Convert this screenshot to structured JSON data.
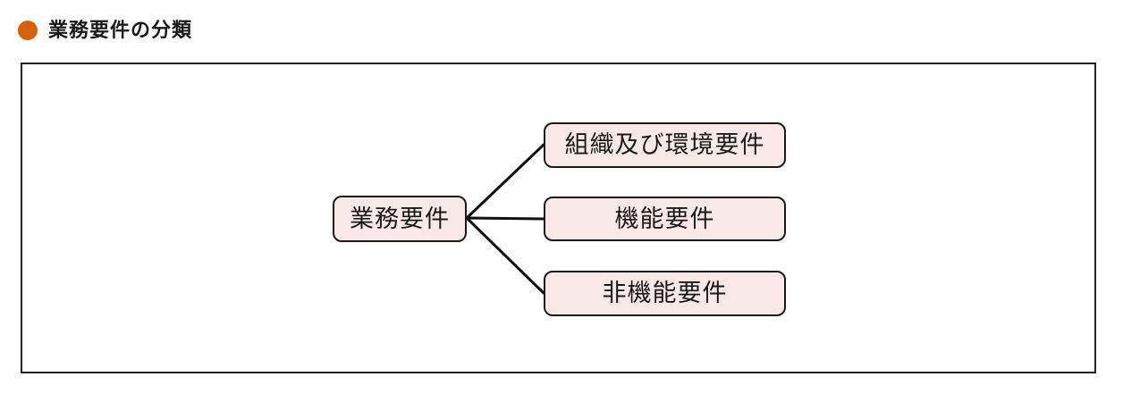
{
  "title": {
    "text": "業務要件の分類"
  },
  "diagram": {
    "type": "tree",
    "root": {
      "label": "業務要件"
    },
    "children": [
      {
        "label": "組織及び環境要件"
      },
      {
        "label": "機能要件"
      },
      {
        "label": "非機能要件"
      }
    ]
  },
  "colors": {
    "bullet_orange": "#d4610e",
    "node_fill": "#f8e9e6",
    "node_border": "#1a1a1a",
    "connector_line": "#111111",
    "frame_border": "#222222",
    "background": "#ffffff",
    "text": "#1a1a1a"
  }
}
